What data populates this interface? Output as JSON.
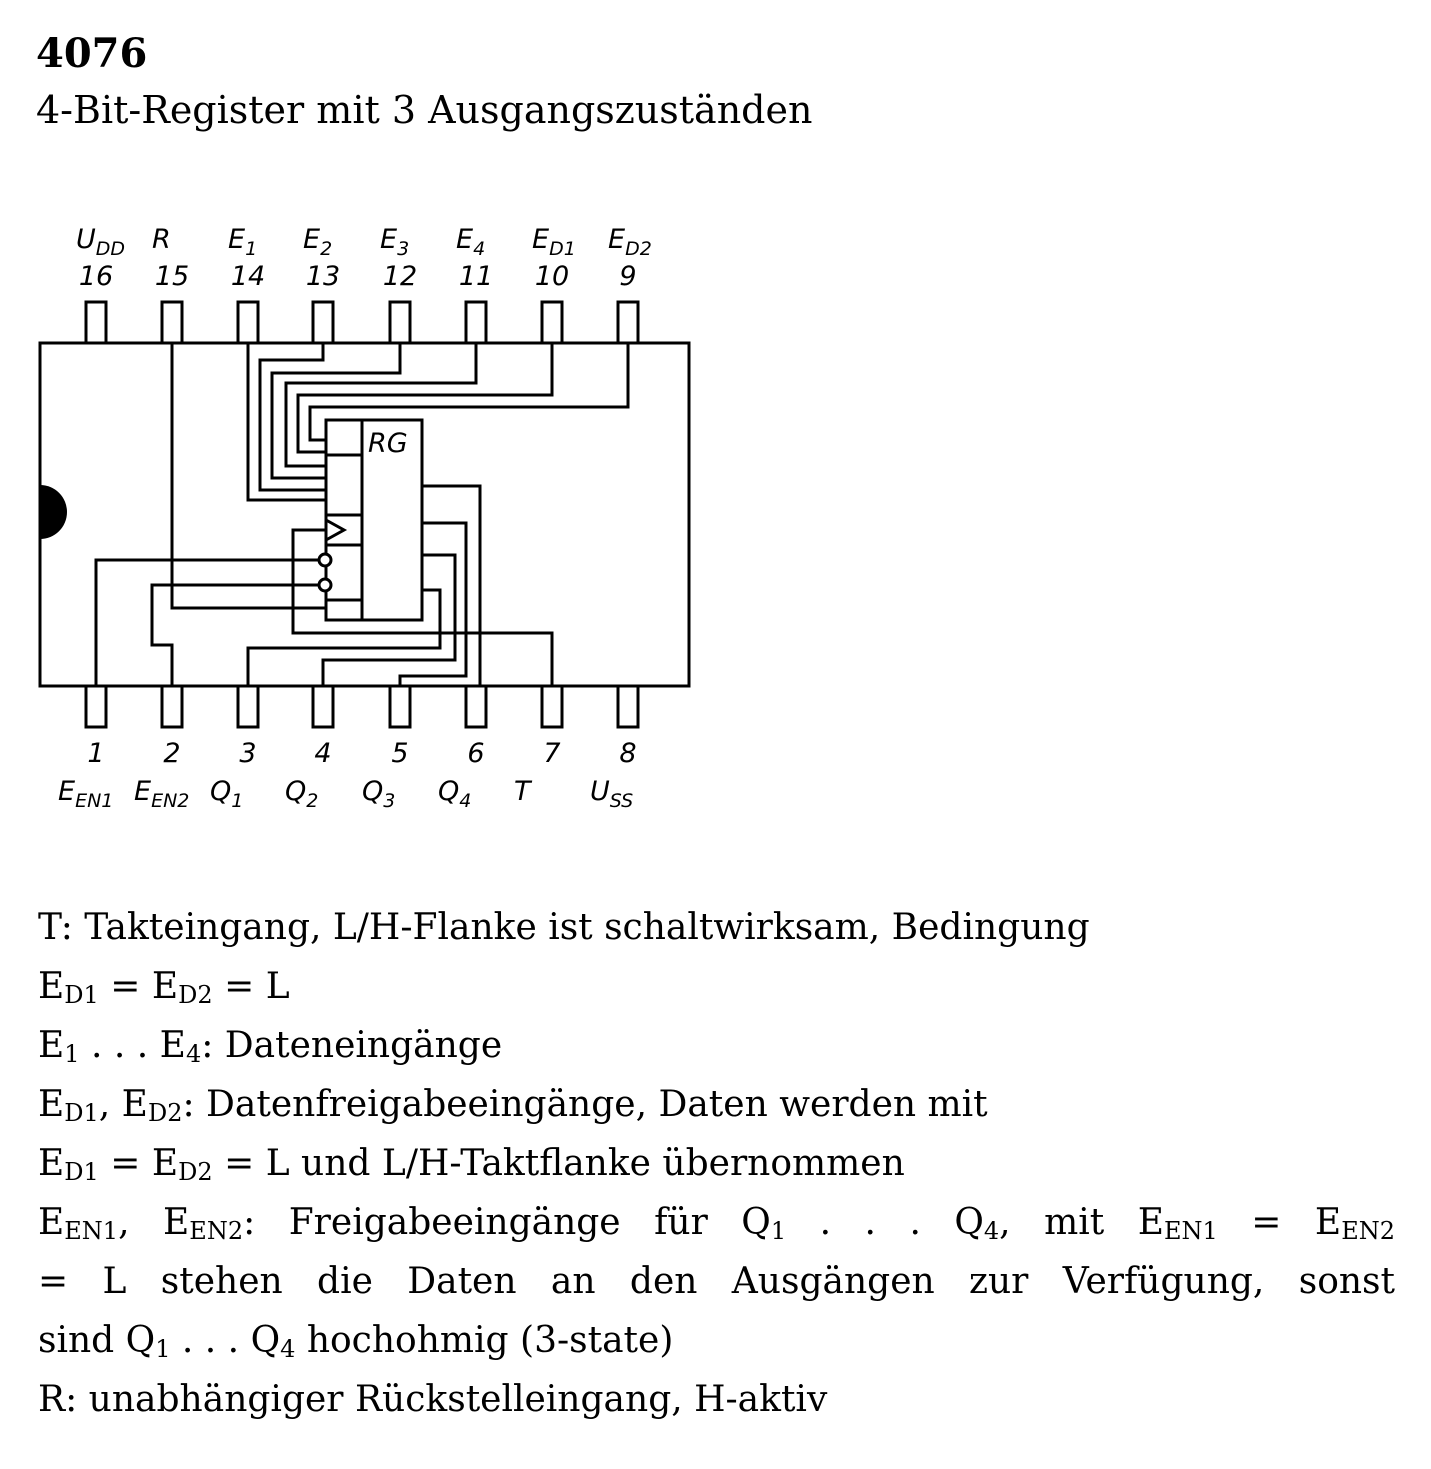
{
  "header": {
    "number": "4076",
    "title": "4-Bit-Register mit 3 Ausgangszuständen"
  },
  "chip": {
    "label": "RG",
    "pins_top": [
      {
        "num": "16",
        "name": "U",
        "sub": "DD"
      },
      {
        "num": "15",
        "name": "R",
        "sub": ""
      },
      {
        "num": "14",
        "name": "E",
        "sub": "1"
      },
      {
        "num": "13",
        "name": "E",
        "sub": "2"
      },
      {
        "num": "12",
        "name": "E",
        "sub": "3"
      },
      {
        "num": "11",
        "name": "E",
        "sub": "4"
      },
      {
        "num": "10",
        "name": "E",
        "sub": "D1"
      },
      {
        "num": "9",
        "name": "E",
        "sub": "D2"
      }
    ],
    "pins_bottom": [
      {
        "num": "1",
        "name": "E",
        "sub": "EN1"
      },
      {
        "num": "2",
        "name": "E",
        "sub": "EN2"
      },
      {
        "num": "3",
        "name": "Q",
        "sub": "1"
      },
      {
        "num": "4",
        "name": "Q",
        "sub": "2"
      },
      {
        "num": "5",
        "name": "Q",
        "sub": "3"
      },
      {
        "num": "6",
        "name": "Q",
        "sub": "4"
      },
      {
        "num": "7",
        "name": "T",
        "sub": ""
      },
      {
        "num": "8",
        "name": "U",
        "sub": "SS"
      }
    ]
  },
  "description": [
    {
      "justify": false,
      "segs": [
        {
          "t": "T: Takteingang, L/H-Flanke ist schaltwirksam, Bedingung"
        }
      ]
    },
    {
      "justify": false,
      "segs": [
        {
          "t": "E"
        },
        {
          "t": "D1",
          "sub": true
        },
        {
          "t": " = E"
        },
        {
          "t": "D2",
          "sub": true
        },
        {
          "t": " = L"
        }
      ]
    },
    {
      "justify": false,
      "segs": [
        {
          "t": "E"
        },
        {
          "t": "1",
          "sub": true
        },
        {
          "t": " . . . E"
        },
        {
          "t": "4",
          "sub": true
        },
        {
          "t": ": Dateneingänge"
        }
      ]
    },
    {
      "justify": false,
      "segs": [
        {
          "t": "E"
        },
        {
          "t": "D1",
          "sub": true
        },
        {
          "t": ", E"
        },
        {
          "t": "D2",
          "sub": true
        },
        {
          "t": ": Datenfreigabeeingänge, Daten werden mit"
        }
      ]
    },
    {
      "justify": false,
      "segs": [
        {
          "t": "E"
        },
        {
          "t": "D1",
          "sub": true
        },
        {
          "t": " = E"
        },
        {
          "t": "D2",
          "sub": true
        },
        {
          "t": " = L und L/H-Taktflanke übernommen"
        }
      ]
    },
    {
      "justify": true,
      "segs": [
        {
          "t": "E"
        },
        {
          "t": "EN1",
          "sub": true
        },
        {
          "t": ", E"
        },
        {
          "t": "EN2",
          "sub": true
        },
        {
          "t": ": Freigabeeingänge für Q"
        },
        {
          "t": "1",
          "sub": true
        },
        {
          "t": " . . . Q"
        },
        {
          "t": "4",
          "sub": true
        },
        {
          "t": ", mit E"
        },
        {
          "t": "EN1",
          "sub": true
        },
        {
          "t": " = E"
        },
        {
          "t": "EN2",
          "sub": true
        }
      ]
    },
    {
      "justify": true,
      "segs": [
        {
          "t": "= L stehen die Daten an den Ausgängen zur Verfügung, sonst"
        }
      ]
    },
    {
      "justify": false,
      "segs": [
        {
          "t": "sind Q"
        },
        {
          "t": "1",
          "sub": true
        },
        {
          "t": " . . . Q"
        },
        {
          "t": "4",
          "sub": true
        },
        {
          "t": " hochohmig (3-state)"
        }
      ]
    },
    {
      "justify": false,
      "segs": [
        {
          "t": "R: unabhängiger Rückstelleingang, H-aktiv"
        }
      ]
    }
  ]
}
